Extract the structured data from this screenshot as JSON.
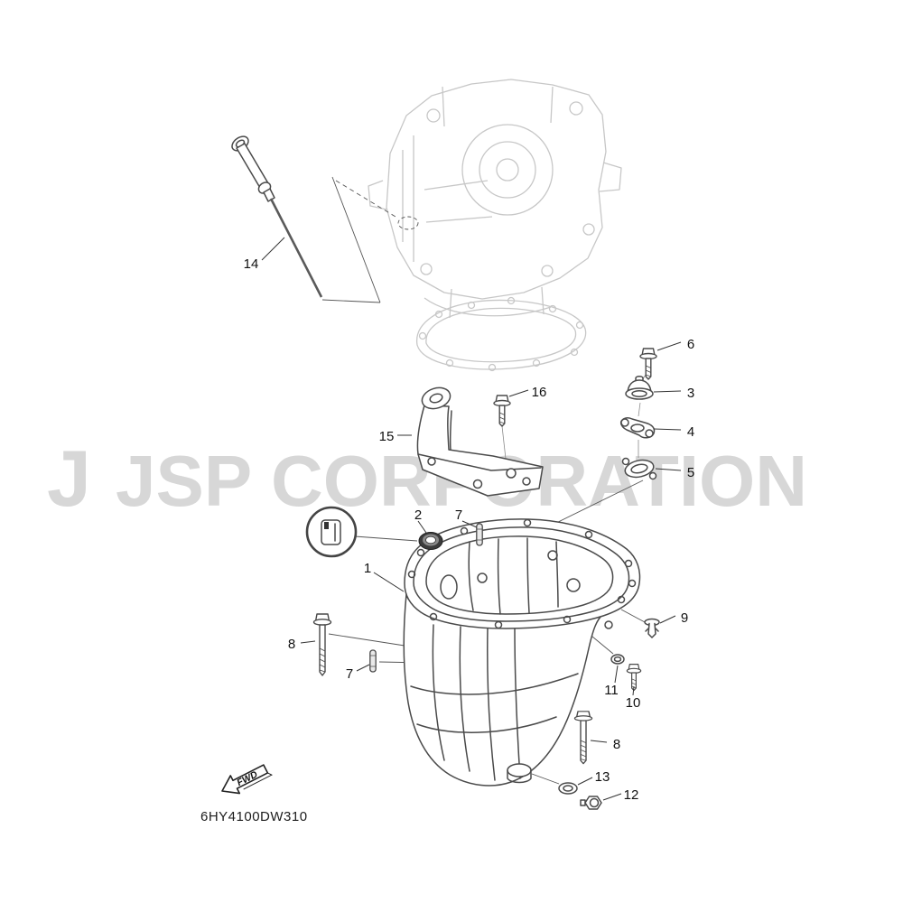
{
  "watermark": {
    "logo": "J",
    "text": "JSP CORPORATION",
    "color": "#d7d7d7"
  },
  "diagram": {
    "code": "6HY4100DW310",
    "fwd": "FWD"
  },
  "colors": {
    "ink": "#4a4a4a",
    "faded": "#c7c7c7"
  },
  "callouts": [
    {
      "label": "14"
    },
    {
      "label": "6"
    },
    {
      "label": "16"
    },
    {
      "label": "3"
    },
    {
      "label": "15"
    },
    {
      "label": "4"
    },
    {
      "label": "5"
    },
    {
      "label": "2"
    },
    {
      "label": "7"
    },
    {
      "label": "1"
    },
    {
      "label": "9"
    },
    {
      "label": "8"
    },
    {
      "label": "7"
    },
    {
      "label": "11"
    },
    {
      "label": "10"
    },
    {
      "label": "8"
    },
    {
      "label": "13"
    },
    {
      "label": "12"
    }
  ]
}
